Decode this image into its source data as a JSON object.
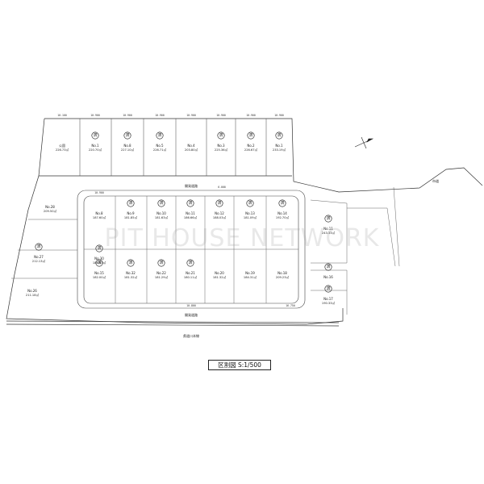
{
  "watermark": "PIT HOUSE NETWORK",
  "scale_label": "区割図 S:1/500",
  "stamp_char": "済",
  "lots": [
    {
      "id": "north-1",
      "no": "No.1",
      "area": "220.70㎡",
      "stamp": true
    },
    {
      "id": "north-8",
      "no": "No.8",
      "area": "227.10㎡",
      "stamp": true
    },
    {
      "id": "north-5",
      "no": "No.5",
      "area": "226.71㎡",
      "stamp": true
    },
    {
      "id": "north-4",
      "no": "No.4",
      "area": "203.80㎡",
      "stamp": false
    },
    {
      "id": "north-3",
      "no": "No.3",
      "area": "225.36㎡",
      "stamp": true
    },
    {
      "id": "north-2",
      "no": "No.2",
      "area": "226.67㎡",
      "stamp": true
    },
    {
      "id": "north-1b",
      "no": "No.1",
      "area": "233.19㎡",
      "stamp": true
    },
    {
      "id": "c-8",
      "no": "No.8",
      "area": "187.60㎡",
      "stamp": false
    },
    {
      "id": "c-9",
      "no": "No.9",
      "area": "181.85㎡",
      "stamp": true
    },
    {
      "id": "c-10",
      "no": "No.10",
      "area": "181.63㎡",
      "stamp": true
    },
    {
      "id": "c-11",
      "no": "No.11",
      "area": "186.66㎡",
      "stamp": true
    },
    {
      "id": "c-12",
      "no": "No.12",
      "area": "188.03㎡",
      "stamp": true
    },
    {
      "id": "c-13",
      "no": "No.13",
      "area": "181.09㎡",
      "stamp": true
    },
    {
      "id": "c-14",
      "no": "No.14",
      "area": "192.70㎡",
      "stamp": true
    },
    {
      "id": "c-15",
      "no": "No.15",
      "area": "182.00㎡",
      "stamp": true
    },
    {
      "id": "c-32",
      "no": "No.32",
      "area": "181.32㎡",
      "stamp": true
    },
    {
      "id": "c-22",
      "no": "No.22",
      "area": "181.29㎡",
      "stamp": true
    },
    {
      "id": "c-21",
      "no": "No.21",
      "area": "180.11㎡",
      "stamp": true
    },
    {
      "id": "c-20",
      "no": "No.20",
      "area": "181.32㎡",
      "stamp": false
    },
    {
      "id": "c-19",
      "no": "No.19",
      "area": "184.31㎡",
      "stamp": false
    },
    {
      "id": "c-18",
      "no": "No.18",
      "area": "209.23㎡",
      "stamp": false
    },
    {
      "id": "c-30",
      "no": "No.30",
      "area": "186.63㎡",
      "stamp": true
    },
    {
      "id": "e-11",
      "no": "No.11",
      "area": "243.33㎡",
      "stamp": true
    },
    {
      "id": "e-16",
      "no": "No.16",
      "area": "",
      "stamp": true
    },
    {
      "id": "e-17",
      "no": "No.17",
      "area": "190.33㎡",
      "stamp": true
    },
    {
      "id": "w-28",
      "no": "No.28",
      "area": "209.50㎡",
      "stamp": false
    },
    {
      "id": "w-27",
      "no": "No.27",
      "area": "212.13㎡",
      "stamp": true
    },
    {
      "id": "w-26",
      "no": "No.26",
      "area": "211.18㎡",
      "stamp": false
    },
    {
      "id": "north-extra",
      "no": "公園",
      "area": "226.73㎡",
      "stamp": false
    }
  ],
  "roads": {
    "north": "開発道路",
    "south": "開発道路",
    "bottom": "県道川本線",
    "east": "市道"
  },
  "dims": [
    "10.100",
    "10.900",
    "10.900",
    "10.900",
    "10.900",
    "10.900",
    "10.900",
    "10.900",
    "10.900",
    "6.000",
    "10.800",
    "16.750"
  ]
}
